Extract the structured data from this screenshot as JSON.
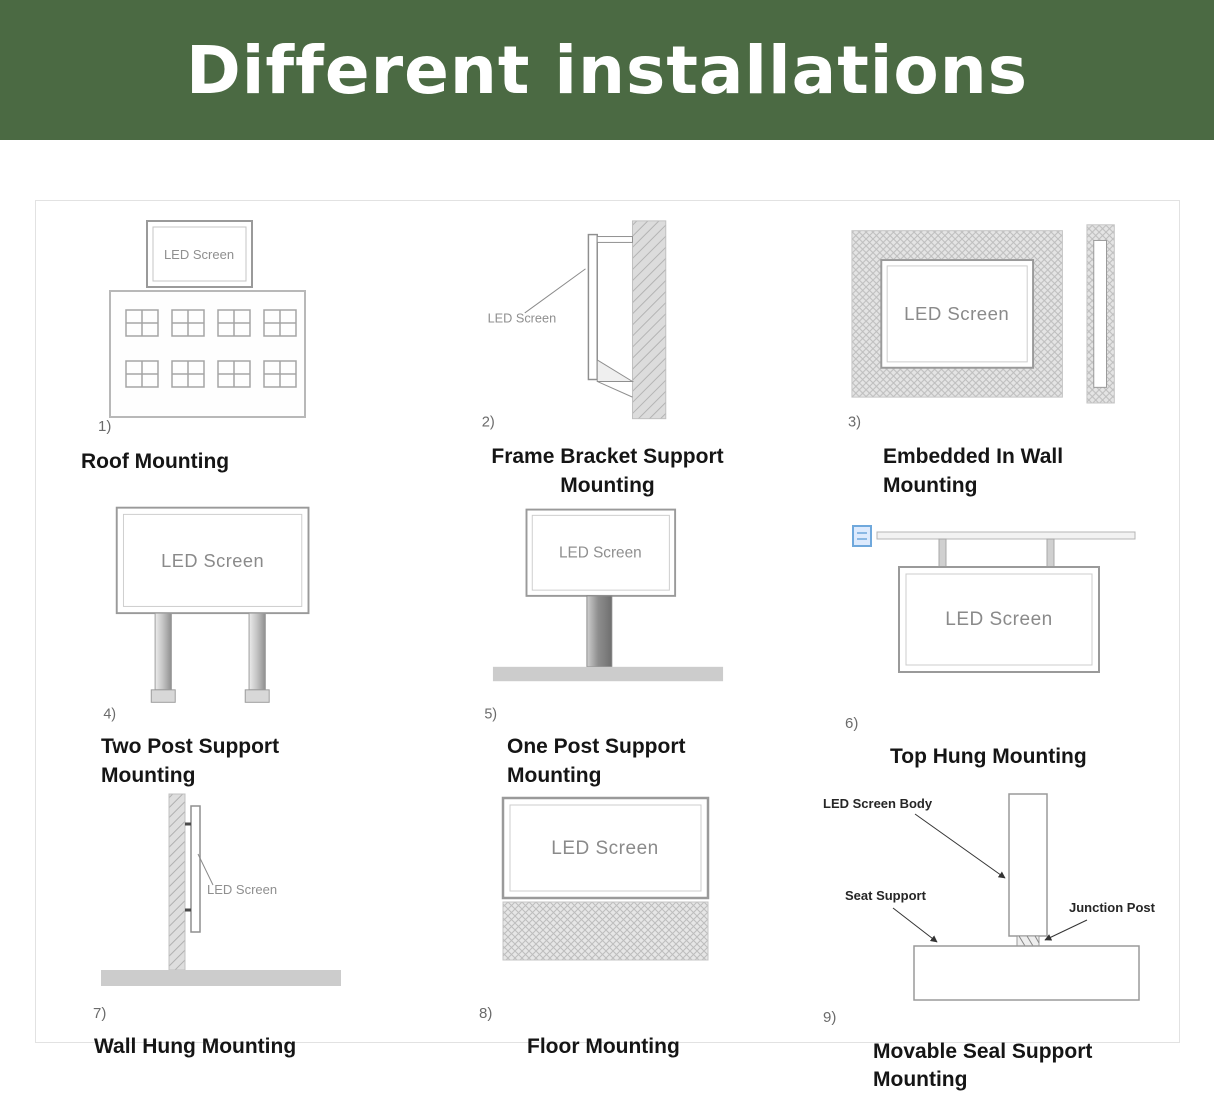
{
  "header": {
    "title": "Different installations",
    "bg_color": "#4b6a43",
    "text_color": "#ffffff"
  },
  "colors": {
    "drawing_stroke": "#9a9a9a",
    "label_gray": "#8f8f8f",
    "ground_gray": "#cccccc",
    "anchor_icon_blue": "#6fa8dc"
  },
  "figures": [
    {
      "num": "1)",
      "caption": "Roof Mounting",
      "screen_label": "LED Screen"
    },
    {
      "num": "2)",
      "caption": "Frame Bracket Support Mounting",
      "screen_label": "LED Screen"
    },
    {
      "num": "3)",
      "caption": "Embedded In Wall Mounting",
      "screen_label": "LED Screen"
    },
    {
      "num": "4)",
      "caption": "Two Post Support Mounting",
      "screen_label": "LED Screen"
    },
    {
      "num": "5)",
      "caption": "One Post Support Mounting",
      "screen_label": "LED Screen"
    },
    {
      "num": "6)",
      "caption": "Top Hung Mounting",
      "screen_label": "LED Screen"
    },
    {
      "num": "7)",
      "caption": "Wall Hung Mounting",
      "screen_label": "LED Screen"
    },
    {
      "num": "8)",
      "caption": "Floor Mounting",
      "screen_label": "LED Screen"
    },
    {
      "num": "9)",
      "caption": "Movable Seal Support Mounting",
      "annotations": {
        "body": "LED Screen Body",
        "seat": "Seat Support",
        "junction": "Junction Post"
      }
    }
  ]
}
